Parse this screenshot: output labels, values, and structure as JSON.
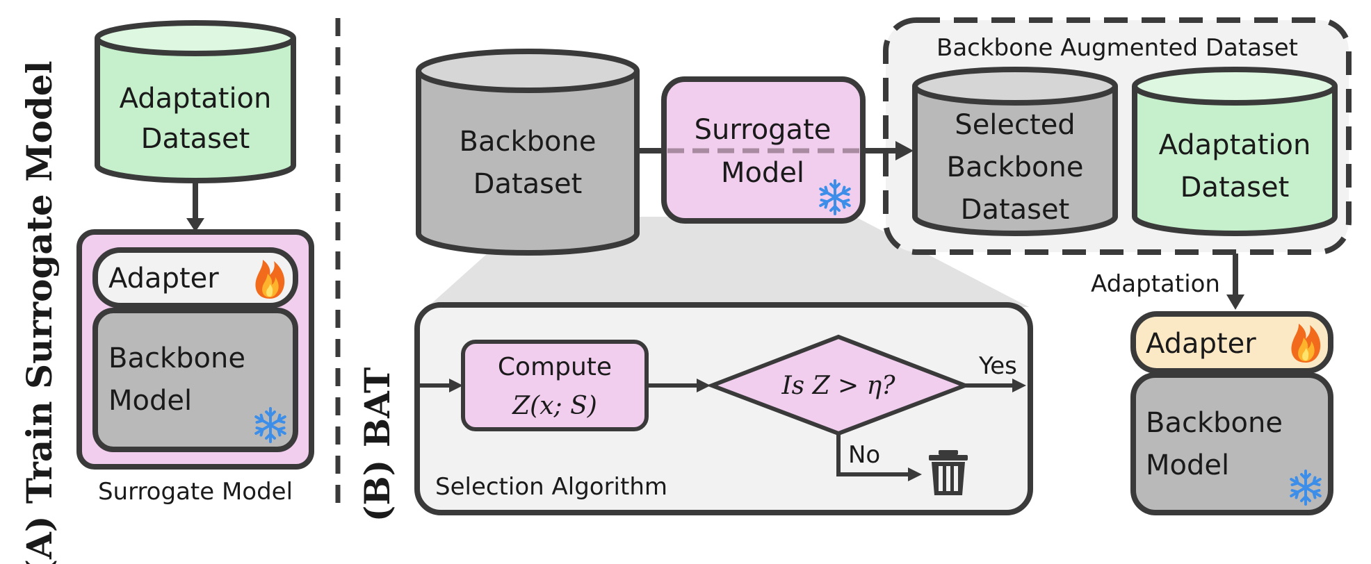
{
  "panel_a": {
    "title": "(A) Train Surrogate Model",
    "dataset_line1": "Adaptation",
    "dataset_line2": "Dataset",
    "adapter_label": "Adapter",
    "backbone_line1": "Backbone",
    "backbone_line2": "Model",
    "caption": "Surrogate Model",
    "icons": {
      "adapter": "fire-icon",
      "backbone": "snowflake-icon"
    }
  },
  "panel_b": {
    "title": "(B) BAT",
    "backbone_dataset_line1": "Backbone",
    "backbone_dataset_line2": "Dataset",
    "surrogate_line1": "Surrogate",
    "surrogate_line2": "Model",
    "augmented_title": "Backbone Augmented Dataset",
    "selected_line1": "Selected",
    "selected_line2": "Backbone",
    "selected_line3": "Dataset",
    "adaptation_dataset_line1": "Adaptation",
    "adaptation_dataset_line2": "Dataset",
    "adaptation_arrow_label": "Adaptation",
    "adapter_label": "Adapter",
    "backbone_model_line1": "Backbone",
    "backbone_model_line2": "Model",
    "algorithm": {
      "compute_line1": "Compute",
      "compute_line2": "Z(x; S)",
      "decision": "Is Z > η?",
      "yes_label": "Yes",
      "no_label": "No",
      "caption": "Selection Algorithm"
    },
    "icons": {
      "surrogate": "snowflake-icon",
      "adapter": "fire-icon",
      "backbone": "snowflake-icon",
      "discard": "trash-icon"
    }
  },
  "colors": {
    "green": "#c6f0cc",
    "green_top": "#ddf7e0",
    "gray": "#b9b9b9",
    "gray_top": "#d6d6d6",
    "pink": "#f1cdee",
    "adapter_cream": "#fbe9c6",
    "adapter_white": "#f2f2f2",
    "panel_bg": "#f2f2f2",
    "stroke": "#3a3a3a",
    "snowflake": "#3d8ee8"
  }
}
